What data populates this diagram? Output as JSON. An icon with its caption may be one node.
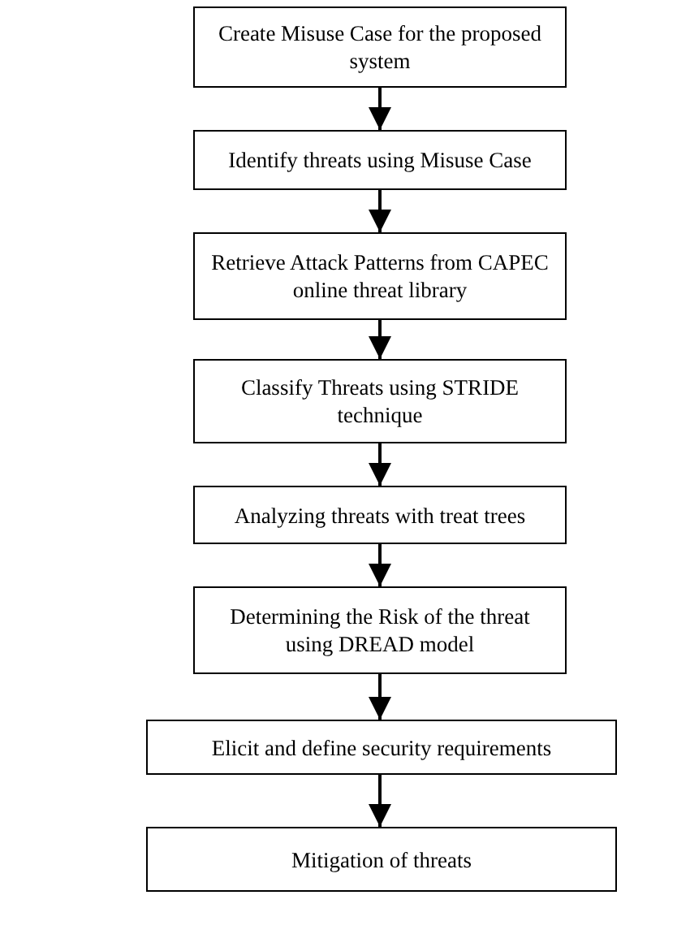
{
  "diagram": {
    "nodes": [
      {
        "text": [
          "Create Misuse Case for the proposed system"
        ]
      },
      {
        "text": [
          "Identify threats using Misuse Case"
        ]
      },
      {
        "text": [
          "Retrieve Attack Patterns from CAPEC online threat library"
        ]
      },
      {
        "text": [
          "Classify Threats using STRIDE technique"
        ]
      },
      {
        "text": [
          "Analyzing threats with treat trees"
        ]
      },
      {
        "text": [
          "Determining the Risk of the threat using DREAD model"
        ]
      },
      {
        "text": [
          "Elicit and define security requirements"
        ]
      },
      {
        "text": [
          "Mitigation of threats"
        ]
      }
    ],
    "edges": [
      {
        "from": 0,
        "to": 1,
        "arrow": "to"
      },
      {
        "from": 1,
        "to": 2,
        "arrow": "to"
      },
      {
        "from": 2,
        "to": 3,
        "arrow": "to"
      },
      {
        "from": 3,
        "to": 4,
        "arrow": "to"
      },
      {
        "from": 4,
        "to": 5,
        "arrow": "to"
      },
      {
        "from": 5,
        "to": 6,
        "arrow": "to"
      },
      {
        "from": 6,
        "to": 7,
        "arrow": "to"
      }
    ]
  }
}
